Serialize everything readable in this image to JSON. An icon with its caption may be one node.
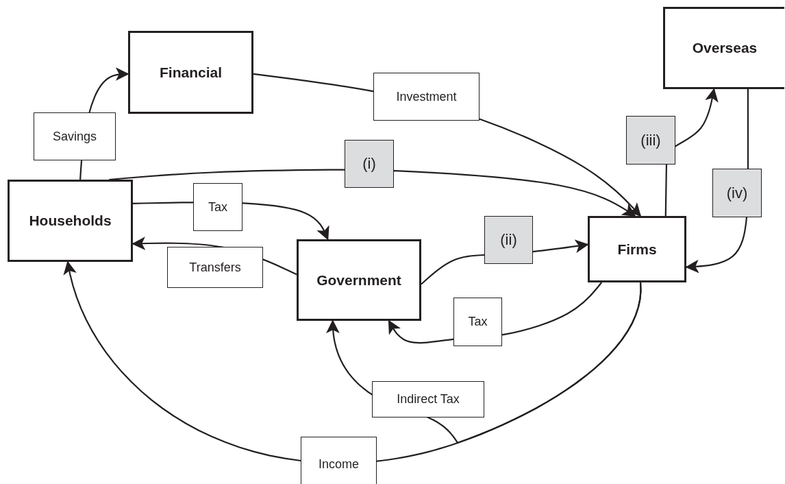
{
  "diagram": {
    "nodes": [
      {
        "text": [
          "Households"
        ]
      },
      {
        "text": [
          "Financial"
        ]
      },
      {
        "text": [
          "Overseas"
        ]
      },
      {
        "text": [
          "Government"
        ]
      },
      {
        "text": [
          "Firms"
        ]
      }
    ],
    "edges": [
      {
        "from": 0,
        "to": 1,
        "arrow": "to",
        "label": "Savings"
      },
      {
        "from": 1,
        "to": 4,
        "arrow": "to",
        "label": "Investment"
      },
      {
        "from": 0,
        "to": 4,
        "arrow": "to",
        "label": "(i)"
      },
      {
        "from": 0,
        "to": 3,
        "arrow": "to",
        "label": "Tax"
      },
      {
        "from": 3,
        "to": 0,
        "arrow": "to",
        "label": "Transfers"
      },
      {
        "from": 3,
        "to": 4,
        "arrow": "to",
        "label": "(ii)"
      },
      {
        "from": 4,
        "to": 2,
        "arrow": "to",
        "label": "(iii)"
      },
      {
        "from": 2,
        "to": 4,
        "arrow": "to",
        "label": "(iv)"
      },
      {
        "from": 4,
        "to": 3,
        "arrow": "to",
        "label": "Tax"
      },
      {
        "from": 4,
        "to": 0,
        "arrow": "to",
        "label": "Income"
      },
      {
        "from": 4,
        "to": 3,
        "arrow": "to",
        "label": "Indirect Tax"
      }
    ]
  }
}
